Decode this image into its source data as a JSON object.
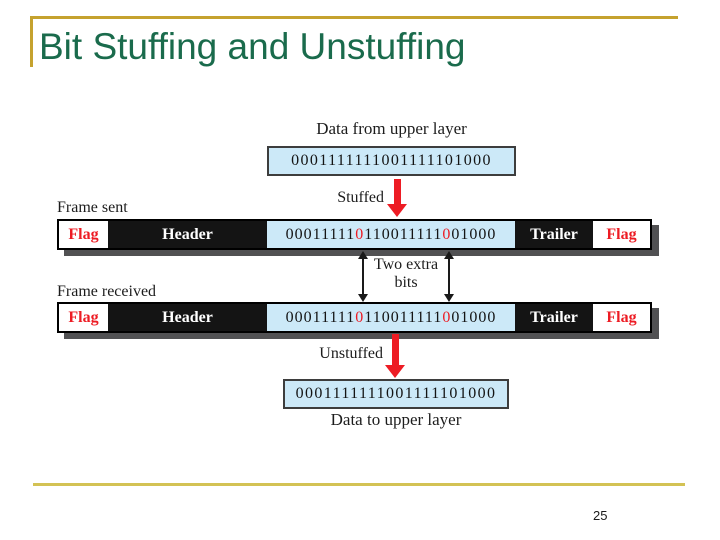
{
  "slide": {
    "title": "Bit Stuffing and Unstuffing",
    "page_number": "25"
  },
  "colors": {
    "title_green": "#1a6b4c",
    "accent_gold_top": "#c5a22e",
    "accent_gold_bottom": "#d3c254",
    "diagram_red": "#ed1c24",
    "box_blue_fill": "#cce9f8",
    "cell_black": "#141414"
  },
  "diagram": {
    "data_from_upper_layer_label": "Data from upper layer",
    "original_data": "0001111111001111101000",
    "stuffed_arrow_label": "Stuffed",
    "frame_sent_label": "Frame sent",
    "two_extra_bits": {
      "line1": "Two extra",
      "line2": "bits"
    },
    "frame_received_label": "Frame received",
    "unstuffed_arrow_label": "Unstuffed",
    "unstuffed_data": "0001111111001111101000",
    "data_to_upper_layer_label": "Data to upper layer",
    "frame": {
      "flag_label": "Flag",
      "header_label": "Header",
      "trailer_label": "Trailer",
      "stuffed_bits": {
        "part1": "00011111",
        "stuffed1": "0",
        "part2": "110011111",
        "stuffed2": "0",
        "part3": "01000"
      }
    }
  }
}
